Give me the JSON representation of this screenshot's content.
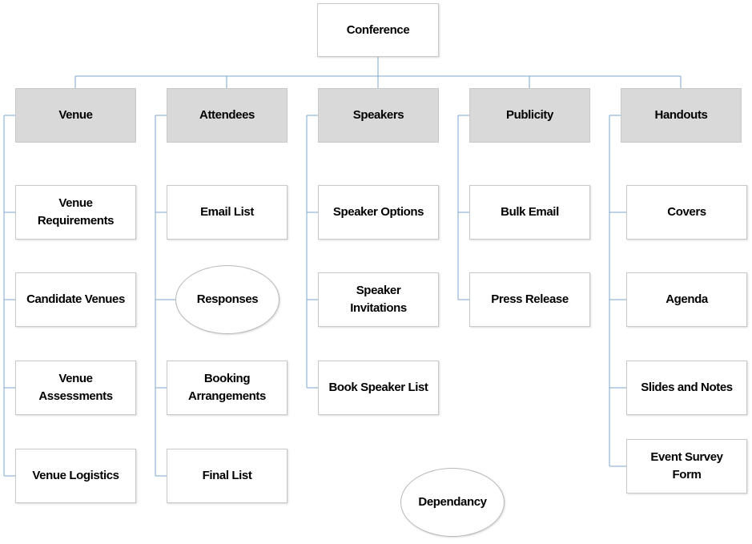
{
  "root": "Conference",
  "columns": [
    {
      "header": "Venue",
      "items": [
        "Venue\nRequirements",
        "Candidate Venues",
        "Venue\nAssessments",
        "Venue Logistics"
      ]
    },
    {
      "header": "Attendees",
      "items": [
        "Email List",
        "Responses",
        "Booking\nArrangements",
        "Final List"
      ]
    },
    {
      "header": "Speakers",
      "items": [
        "Speaker Options",
        "Speaker\nInvitations",
        "Book Speaker List"
      ]
    },
    {
      "header": "Publicity",
      "items": [
        "Bulk Email",
        "Press Release"
      ]
    },
    {
      "header": "Handouts",
      "items": [
        "Covers",
        "Agenda",
        "Slides and Notes",
        "Event Survey\nForm"
      ]
    }
  ],
  "legend": "Dependancy",
  "colors": {
    "connector": "#7fa7cc",
    "header_fill": "#d9d9d9",
    "border": "#c8c8c8"
  }
}
